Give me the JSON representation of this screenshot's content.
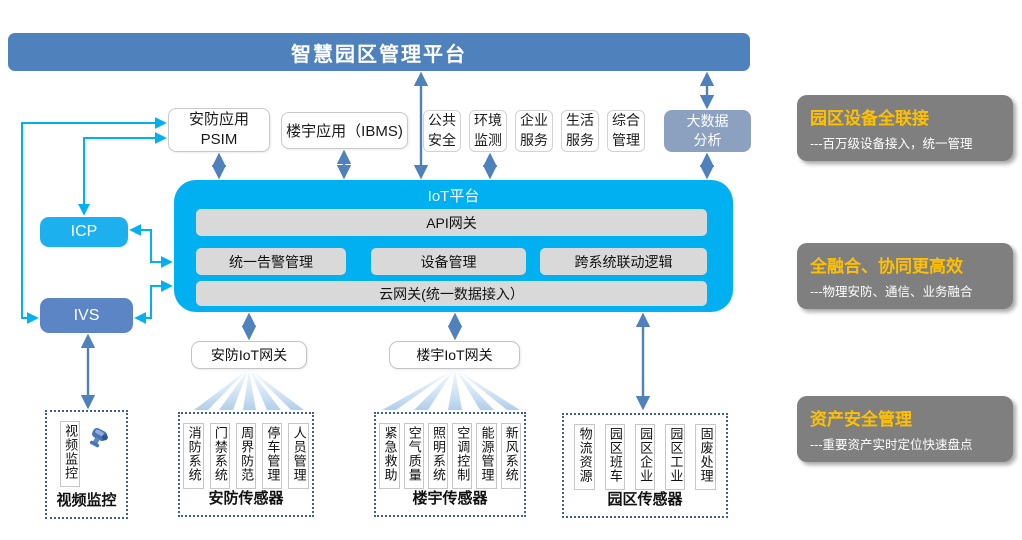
{
  "banner": {
    "title": "智慧园区管理平台"
  },
  "apps": {
    "psim_line1": "安防应用",
    "psim_line2": "PSIM",
    "ibms": "楼宇应用（IBMS)",
    "small": [
      "公共安全",
      "环境监测",
      "企业服务",
      "生活服务",
      "综合管理"
    ],
    "bigdata_line1": "大数据",
    "bigdata_line2": "分析"
  },
  "left": {
    "icp": "ICP",
    "ivs": "IVS"
  },
  "iot": {
    "title": "IoT平台",
    "api_gateway": "API网关",
    "modules": [
      "统一告警管理",
      "设备管理",
      "跨系统联动逻辑"
    ],
    "cloud_gateway": "云网关(统一数据接入）"
  },
  "gateways": {
    "security": "安防IoT网关",
    "building": "楼宇IoT网关"
  },
  "sensor_groups": [
    {
      "label": "视频监控",
      "columns": [
        "视频监控"
      ],
      "icon": "camera"
    },
    {
      "label": "安防传感器",
      "columns": [
        "消防系统",
        "门禁系统",
        "周界防范",
        "停车管理",
        "人员管理"
      ]
    },
    {
      "label": "楼宇传感器",
      "columns": [
        "紧急救助",
        "空气质量",
        "照明系统",
        "空调控制",
        "能源管理",
        "新风系统"
      ]
    },
    {
      "label": "园区传感器",
      "columns": [
        "物流资源",
        "园区班车",
        "园区企业",
        "园区工业",
        "固废处理"
      ]
    }
  ],
  "highlights": [
    {
      "title": "园区设备全联接",
      "desc": "---百万级设备接入，统一管理"
    },
    {
      "title": "全融合、协同更高效",
      "desc": "---物理安防、通信、业务融合"
    },
    {
      "title": "资产安全管理",
      "desc": "---重要资产实时定位快速盘点"
    }
  ],
  "colors": {
    "banner_blue": "#4F81BD",
    "iot_cyan": "#00B0F0",
    "icp_cyan": "#1CB1EE",
    "ivs_blue": "#5C85C6",
    "bigdata_blue_gray": "#8CA1C0",
    "bar_gray": "#D9D9D9",
    "panel_gray": "#7F7F7F",
    "highlight_orange": "#FFC000",
    "dotted_border_navy": "#3E5F94"
  }
}
